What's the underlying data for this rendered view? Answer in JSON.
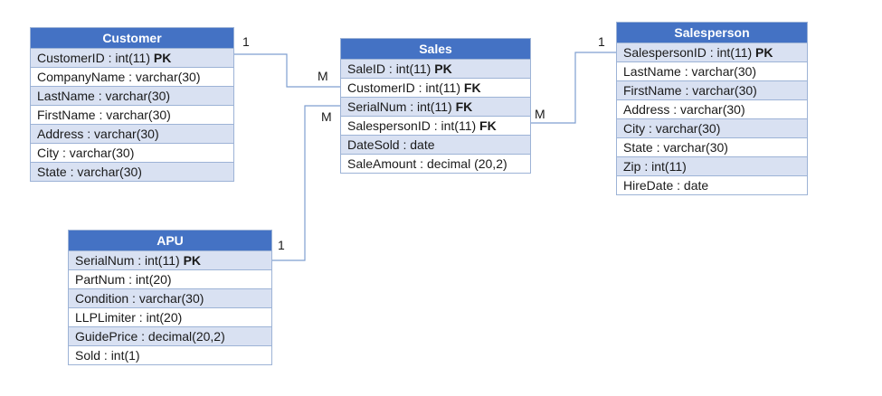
{
  "tables": {
    "customer": {
      "title": "Customer",
      "fields": [
        {
          "text": "CustomerID : int(11) ",
          "key": "PK"
        },
        {
          "text": "CompanyName : varchar(30)",
          "key": ""
        },
        {
          "text": "LastName : varchar(30)",
          "key": ""
        },
        {
          "text": "FirstName : varchar(30)",
          "key": ""
        },
        {
          "text": "Address : varchar(30)",
          "key": ""
        },
        {
          "text": "City : varchar(30)",
          "key": ""
        },
        {
          "text": "State :  varchar(30)",
          "key": ""
        }
      ]
    },
    "sales": {
      "title": "Sales",
      "fields": [
        {
          "text": "SaleID : int(11) ",
          "key": "PK"
        },
        {
          "text": "CustomerID : int(11) ",
          "key": "FK"
        },
        {
          "text": "SerialNum : int(11) ",
          "key": "FK"
        },
        {
          "text": "SalespersonID : int(11) ",
          "key": "FK"
        },
        {
          "text": "DateSold : date",
          "key": ""
        },
        {
          "text": "SaleAmount : decimal (20,2)",
          "key": ""
        }
      ]
    },
    "salesperson": {
      "title": "Salesperson",
      "fields": [
        {
          "text": "SalespersonID  : int(11) ",
          "key": "PK"
        },
        {
          "text": "LastName :  varchar(30)",
          "key": ""
        },
        {
          "text": "FirstName :  varchar(30)",
          "key": ""
        },
        {
          "text": "Address :  varchar(30)",
          "key": ""
        },
        {
          "text": "City : varchar(30)",
          "key": ""
        },
        {
          "text": "State : varchar(30)",
          "key": ""
        },
        {
          "text": "Zip : int(11)",
          "key": ""
        },
        {
          "text": "HireDate : date",
          "key": ""
        }
      ]
    },
    "apu": {
      "title": "APU",
      "fields": [
        {
          "text": "SerialNum : int(11) ",
          "key": "PK"
        },
        {
          "text": "PartNum : int(20)",
          "key": ""
        },
        {
          "text": "Condition : varchar(30)",
          "key": ""
        },
        {
          "text": "LLPLimiter : int(20)",
          "key": ""
        },
        {
          "text": "GuidePrice : decimal(20,2)",
          "key": ""
        },
        {
          "text": "Sold : int(1)",
          "key": ""
        }
      ]
    }
  },
  "relationships": [
    {
      "from": "customer",
      "to": "sales",
      "from_card": "1",
      "to_card": "M"
    },
    {
      "from": "apu",
      "to": "sales",
      "from_card": "1",
      "to_card": "M"
    },
    {
      "from": "salesperson",
      "to": "sales",
      "from_card": "1",
      "to_card": "M"
    }
  ],
  "colors": {
    "header": "#4472c4",
    "row_alt": "#d9e1f2",
    "border": "#9db3d6",
    "connector": "#7f9fd0"
  }
}
